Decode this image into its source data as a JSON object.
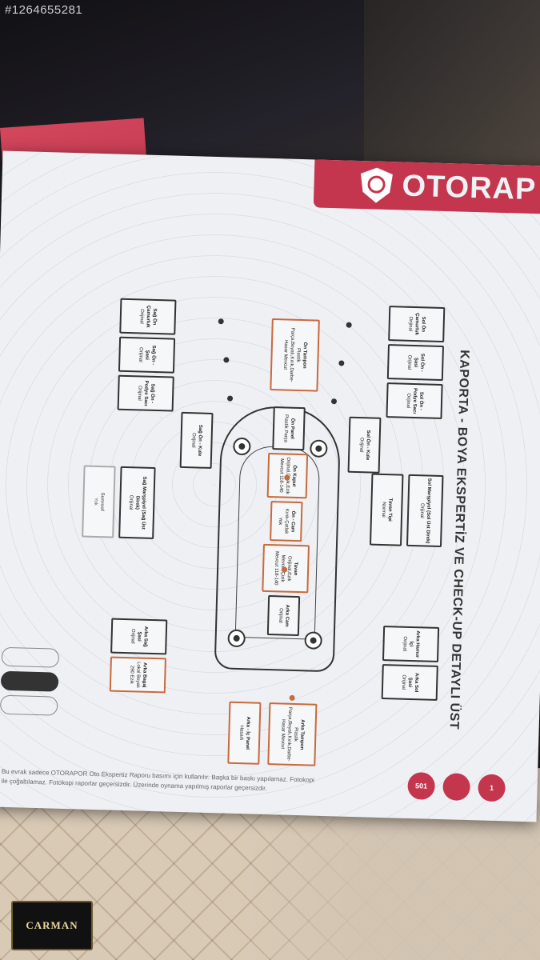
{
  "photo_id": "#1264655281",
  "carman_logo_text": "CARMAN",
  "document": {
    "brand": "OTORAP",
    "title": "KAPORTA - BOYA EKSPERTİZ VE CHECK-UP DETAYLI ÜST",
    "parts": {
      "on_tampon": {
        "label": "Ön Tampon",
        "status": "Plastik Parça,Boyalı,Kırık,Darbe-Hasar Mevcut"
      },
      "on_panel": {
        "label": "Ön Panel",
        "status": "Plastik Parça"
      },
      "on_kaput": {
        "label": "Ön Kaput",
        "status": "Orijinal,Çizik,Ezik Mevcut 118-140"
      },
      "on_cam": {
        "label": "Ön - Cam",
        "status": "Kırık-Çatlak Yok"
      },
      "tavan": {
        "label": "Tavan",
        "status": "Orijinal,Ezik Mevcut,Çizik Mevcut 118-140"
      },
      "arka_cam": {
        "label": "Arka Cam",
        "status": "Orijinal"
      },
      "arka_tampon": {
        "label": "Arka Tampon",
        "status": "Plastik Parça,Boyalı,Kırık,Darbe-Hasar Mevcut"
      },
      "arka_ic_panel": {
        "label": "Arka - İç Panel",
        "status": "Hasarlı"
      },
      "sol_on_camurluk": {
        "label": "Sol Ön Çamurluk",
        "status": "Orijinal"
      },
      "sol_on_sasi": {
        "label": "Sol Ön - Şasi",
        "status": "Orijinal"
      },
      "sol_on_podye": {
        "label": "Sol Ön - Podye Sacı",
        "status": "Orijinal"
      },
      "sol_on_kule": {
        "label": "Sol Ön - Kule",
        "status": "Orijinal"
      },
      "sol_marspiyel": {
        "label": "Sol Marşpiyel (Sol Üst Direk)",
        "status": "Orijinal"
      },
      "tavan_tipi": {
        "label": "Tavan Tipi",
        "status": "Normal"
      },
      "arka_hamur_ici": {
        "label": "Arka Hamur İçi",
        "status": "Orijinal"
      },
      "arka_sol_sasi": {
        "label": "Arka Sol Şasi",
        "status": "Orijinal"
      },
      "sag_on_camurluk": {
        "label": "Sağ Ön Çamurluk",
        "status": "Orijinal"
      },
      "sag_on_sasi": {
        "label": "Sağ Ön - Şasi",
        "status": "Orijinal"
      },
      "sag_on_podye": {
        "label": "Sağ Ön - Podye Sacı",
        "status": "Orijinal"
      },
      "sag_on_kule": {
        "label": "Sağ Ön - Kule",
        "status": "Orijinal"
      },
      "sag_marspiyel": {
        "label": "Sağ Marşpiyel (Sağ Üst Direk)",
        "status": "Orijinal"
      },
      "sunroof": {
        "label": "Sunroof",
        "status": "Yok"
      },
      "arka_sag_sasi": {
        "label": "Arka Sağ Şasi",
        "status": "Orijinal"
      },
      "arka_bagaj": {
        "label": "Arka Bagaj",
        "status": "Lokal Boyalı 290 Ezik"
      }
    },
    "footer": "Bu evrak sadece OTORAPOR Oto Ekspertiz Raporu basımı için kullanılır. Başka bir baskı yapılamaz. Fotokopi ile çoğaltılamaz. Fotokopi raporlar geçersizdir. Üzerinde oynama yapılmış raporlar geçersizdir.",
    "badge_1": "501",
    "badge_2": "1"
  }
}
